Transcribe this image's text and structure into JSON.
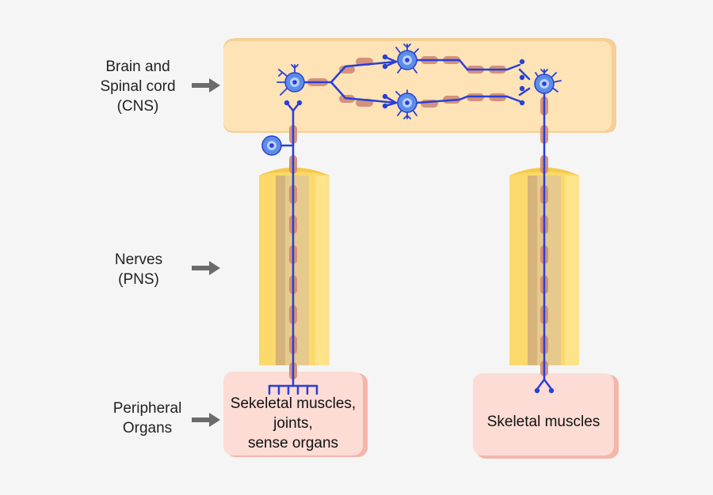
{
  "labels": {
    "cns": [
      "Brain and",
      "Spinal cord",
      "(CNS)"
    ],
    "pns": [
      "Nerves",
      "(PNS)"
    ],
    "peripheral": [
      "Peripheral",
      "Organs"
    ]
  },
  "organs": {
    "left": [
      "Sekeletal muscles,",
      "joints,",
      "sense organs"
    ],
    "right": [
      "Skeletal muscles"
    ]
  },
  "colors": {
    "background": "#f5f5f5",
    "cns_box": "#fde3b5",
    "cns_box_border": "#f4cf97",
    "nerve_yellow": "#fbd96a",
    "nerve_inner": "#e6c98c",
    "organ_box": "#fcdcd4",
    "organ_box_border": "#f4b5aa",
    "neuron_blue": "#2a3fd6",
    "soma_blue": "#5b8de8",
    "myelin": "#cf8a76",
    "arrow_gray": "#6b6b6b"
  }
}
